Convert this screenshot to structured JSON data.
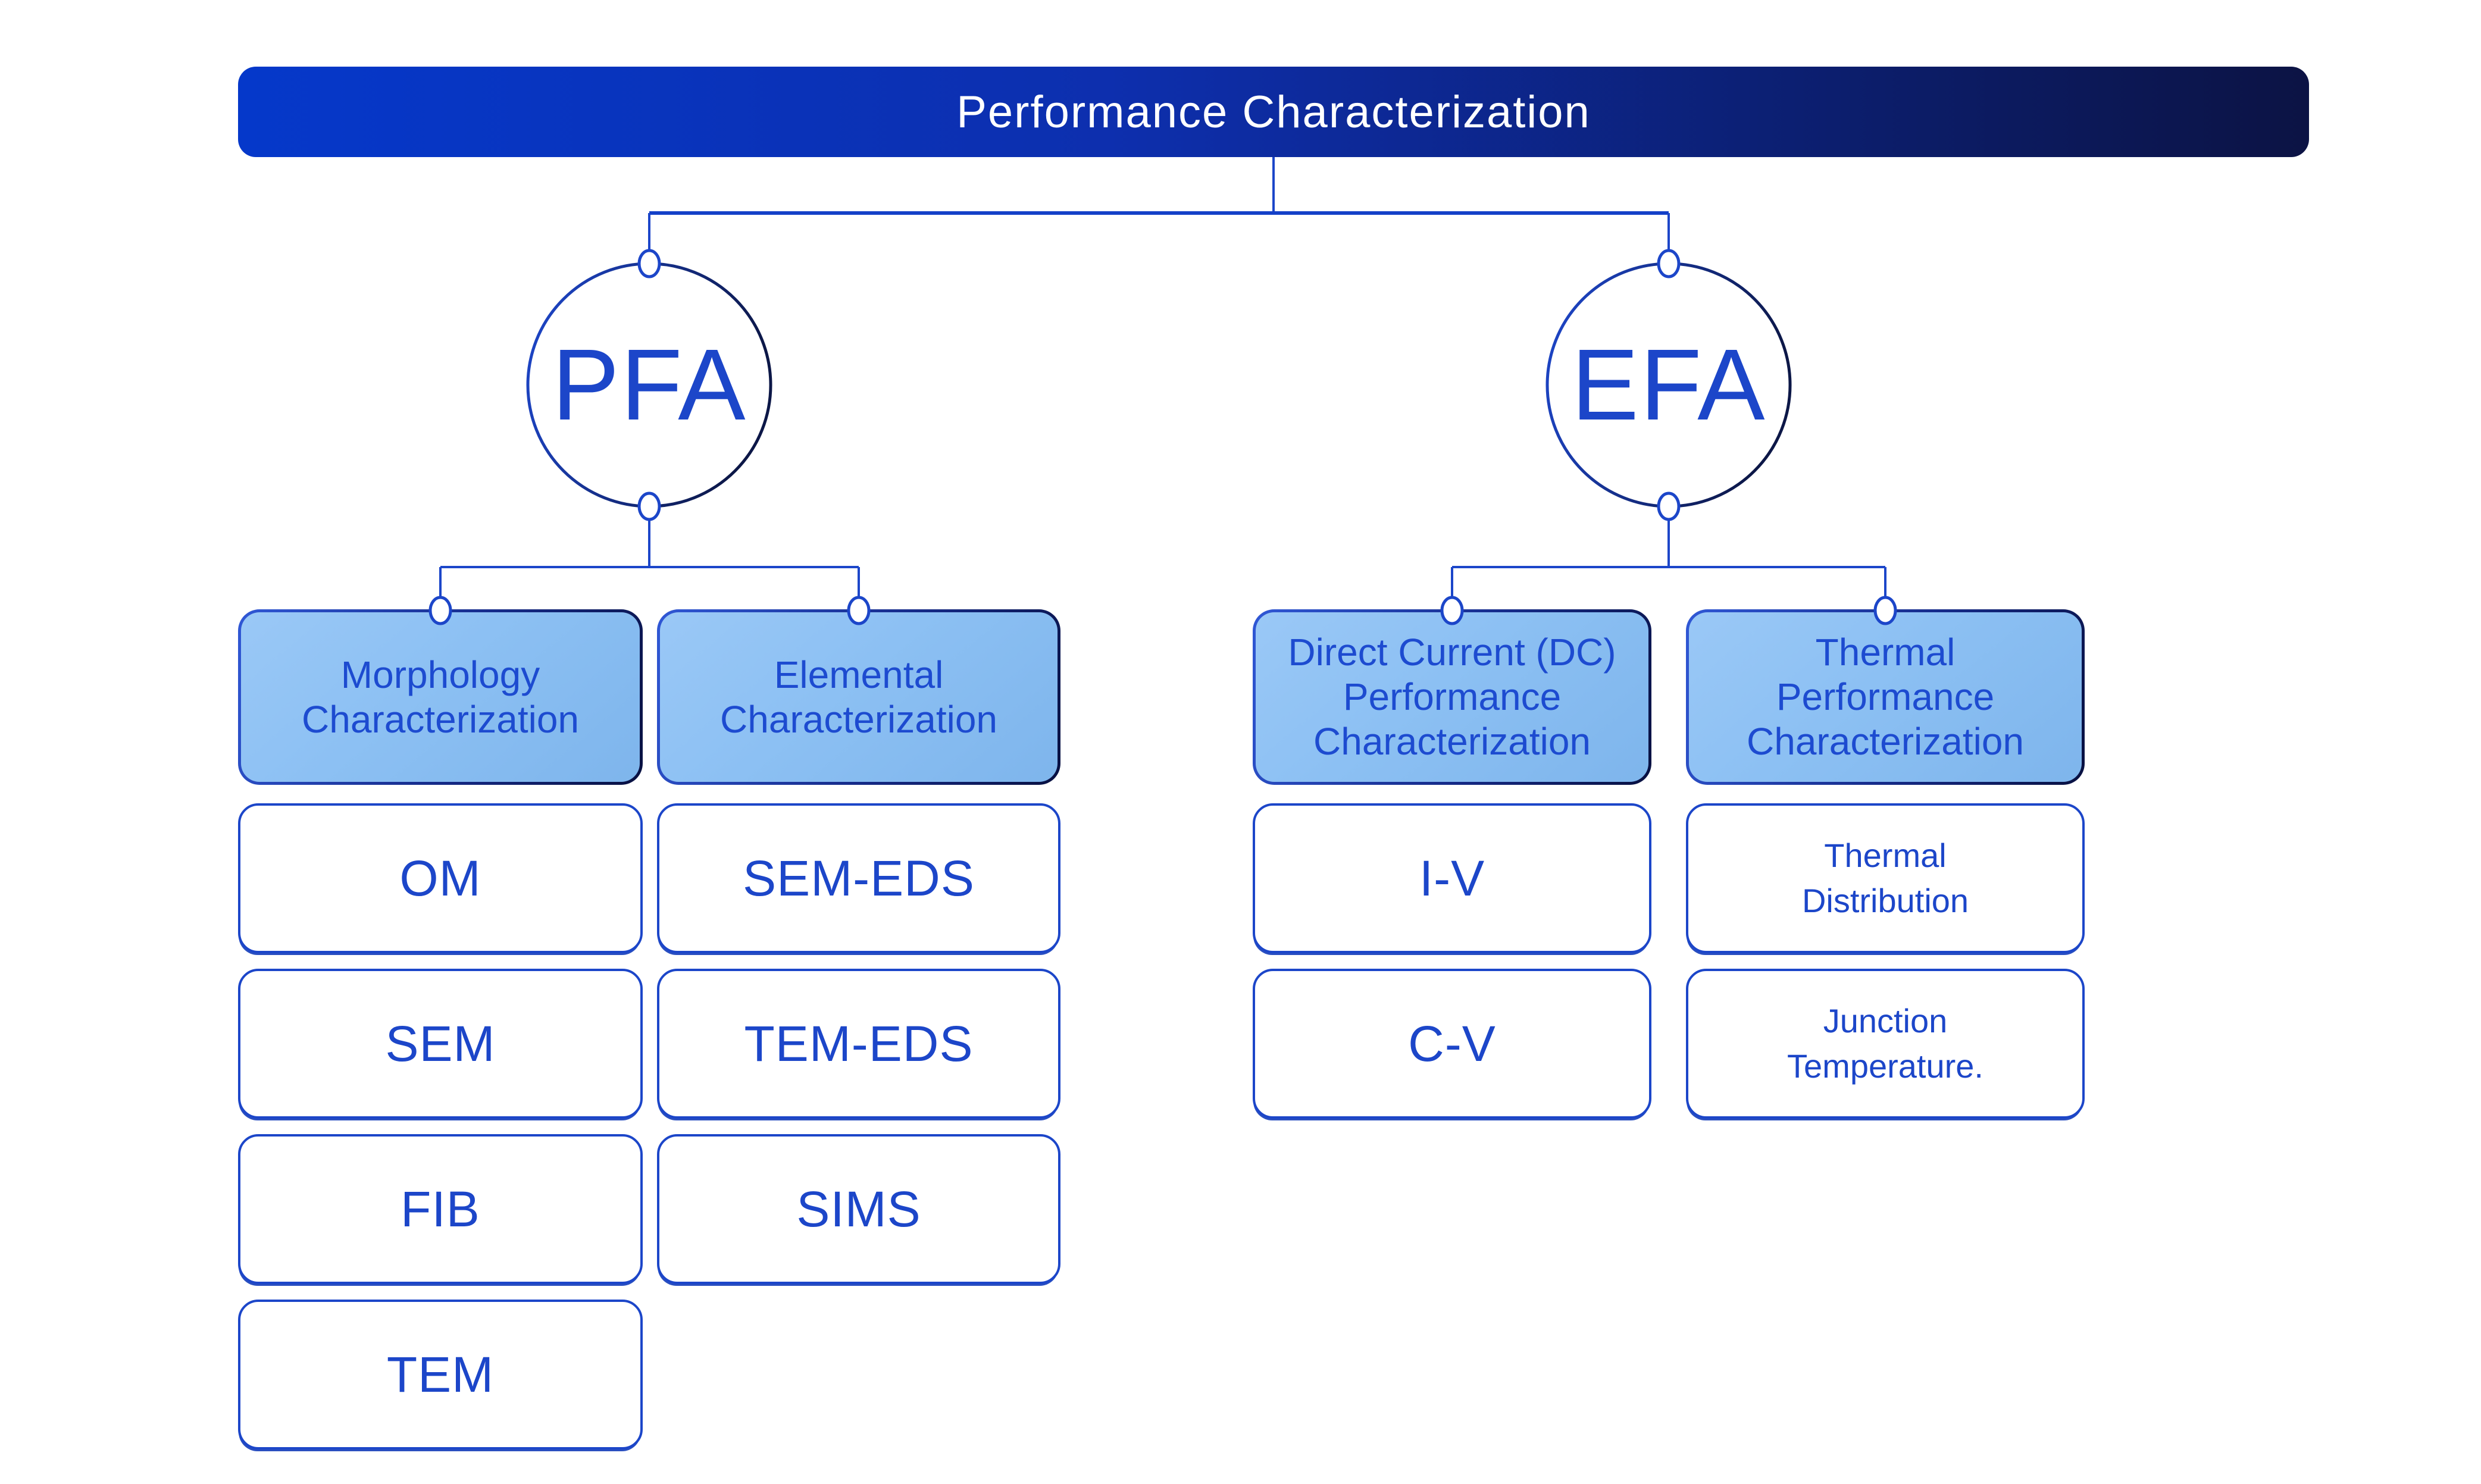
{
  "diagram": {
    "title": "Performance Characterization",
    "branches": [
      {
        "label": "PFA",
        "groups": [
          {
            "header": "Morphology\nCharacterization",
            "items": [
              "OM",
              "SEM",
              "FIB",
              "TEM"
            ]
          },
          {
            "header": "Elemental\nCharacterization",
            "items": [
              "SEM-EDS",
              "TEM-EDS",
              "SIMS"
            ]
          }
        ]
      },
      {
        "label": "EFA",
        "groups": [
          {
            "header": "Direct Current (DC)\nPerformance\nCharacterization",
            "items": [
              "I-V",
              "C-V"
            ]
          },
          {
            "header": "Thermal\nPerformance\nCharacterization",
            "items": [
              "Thermal\nDistribution",
              "Junction\nTemperature."
            ]
          }
        ]
      }
    ]
  },
  "colors": {
    "accent_blue": "#1c46c9",
    "banner_gradient_start": "#0538ca",
    "banner_gradient_end": "#0c1344",
    "node_fill_light_blue": "#8cc0f3",
    "node_border_dark": "#0c1747",
    "text_blue": "#1d4bd0",
    "background": "#ffffff"
  }
}
